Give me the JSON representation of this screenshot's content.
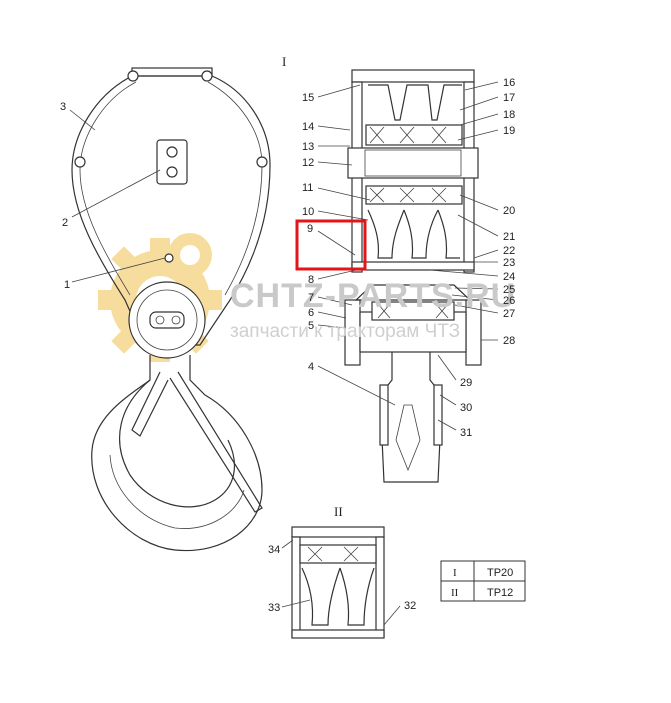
{
  "section_labels": {
    "view1": "I",
    "view2": "II"
  },
  "callouts": [
    "1",
    "2",
    "3",
    "4",
    "5",
    "6",
    "7",
    "8",
    "9",
    "10",
    "11",
    "12",
    "13",
    "14",
    "15",
    "16",
    "17",
    "18",
    "19",
    "20",
    "21",
    "22",
    "23",
    "24",
    "25",
    "26",
    "27",
    "28",
    "29",
    "30",
    "31",
    "32",
    "33",
    "34"
  ],
  "highlighted_callout": "9",
  "watermark": {
    "line1": "CHTZ-PARTS.RU",
    "line2": "запчасти к тракторам ЧТЗ"
  },
  "legend_table": {
    "rows": [
      {
        "view": "I",
        "model": "ТР20"
      },
      {
        "view": "II",
        "model": "ТР12"
      }
    ]
  },
  "colors": {
    "highlight": "#e4141b",
    "gear": "#f2c24e",
    "line": "#333333"
  }
}
